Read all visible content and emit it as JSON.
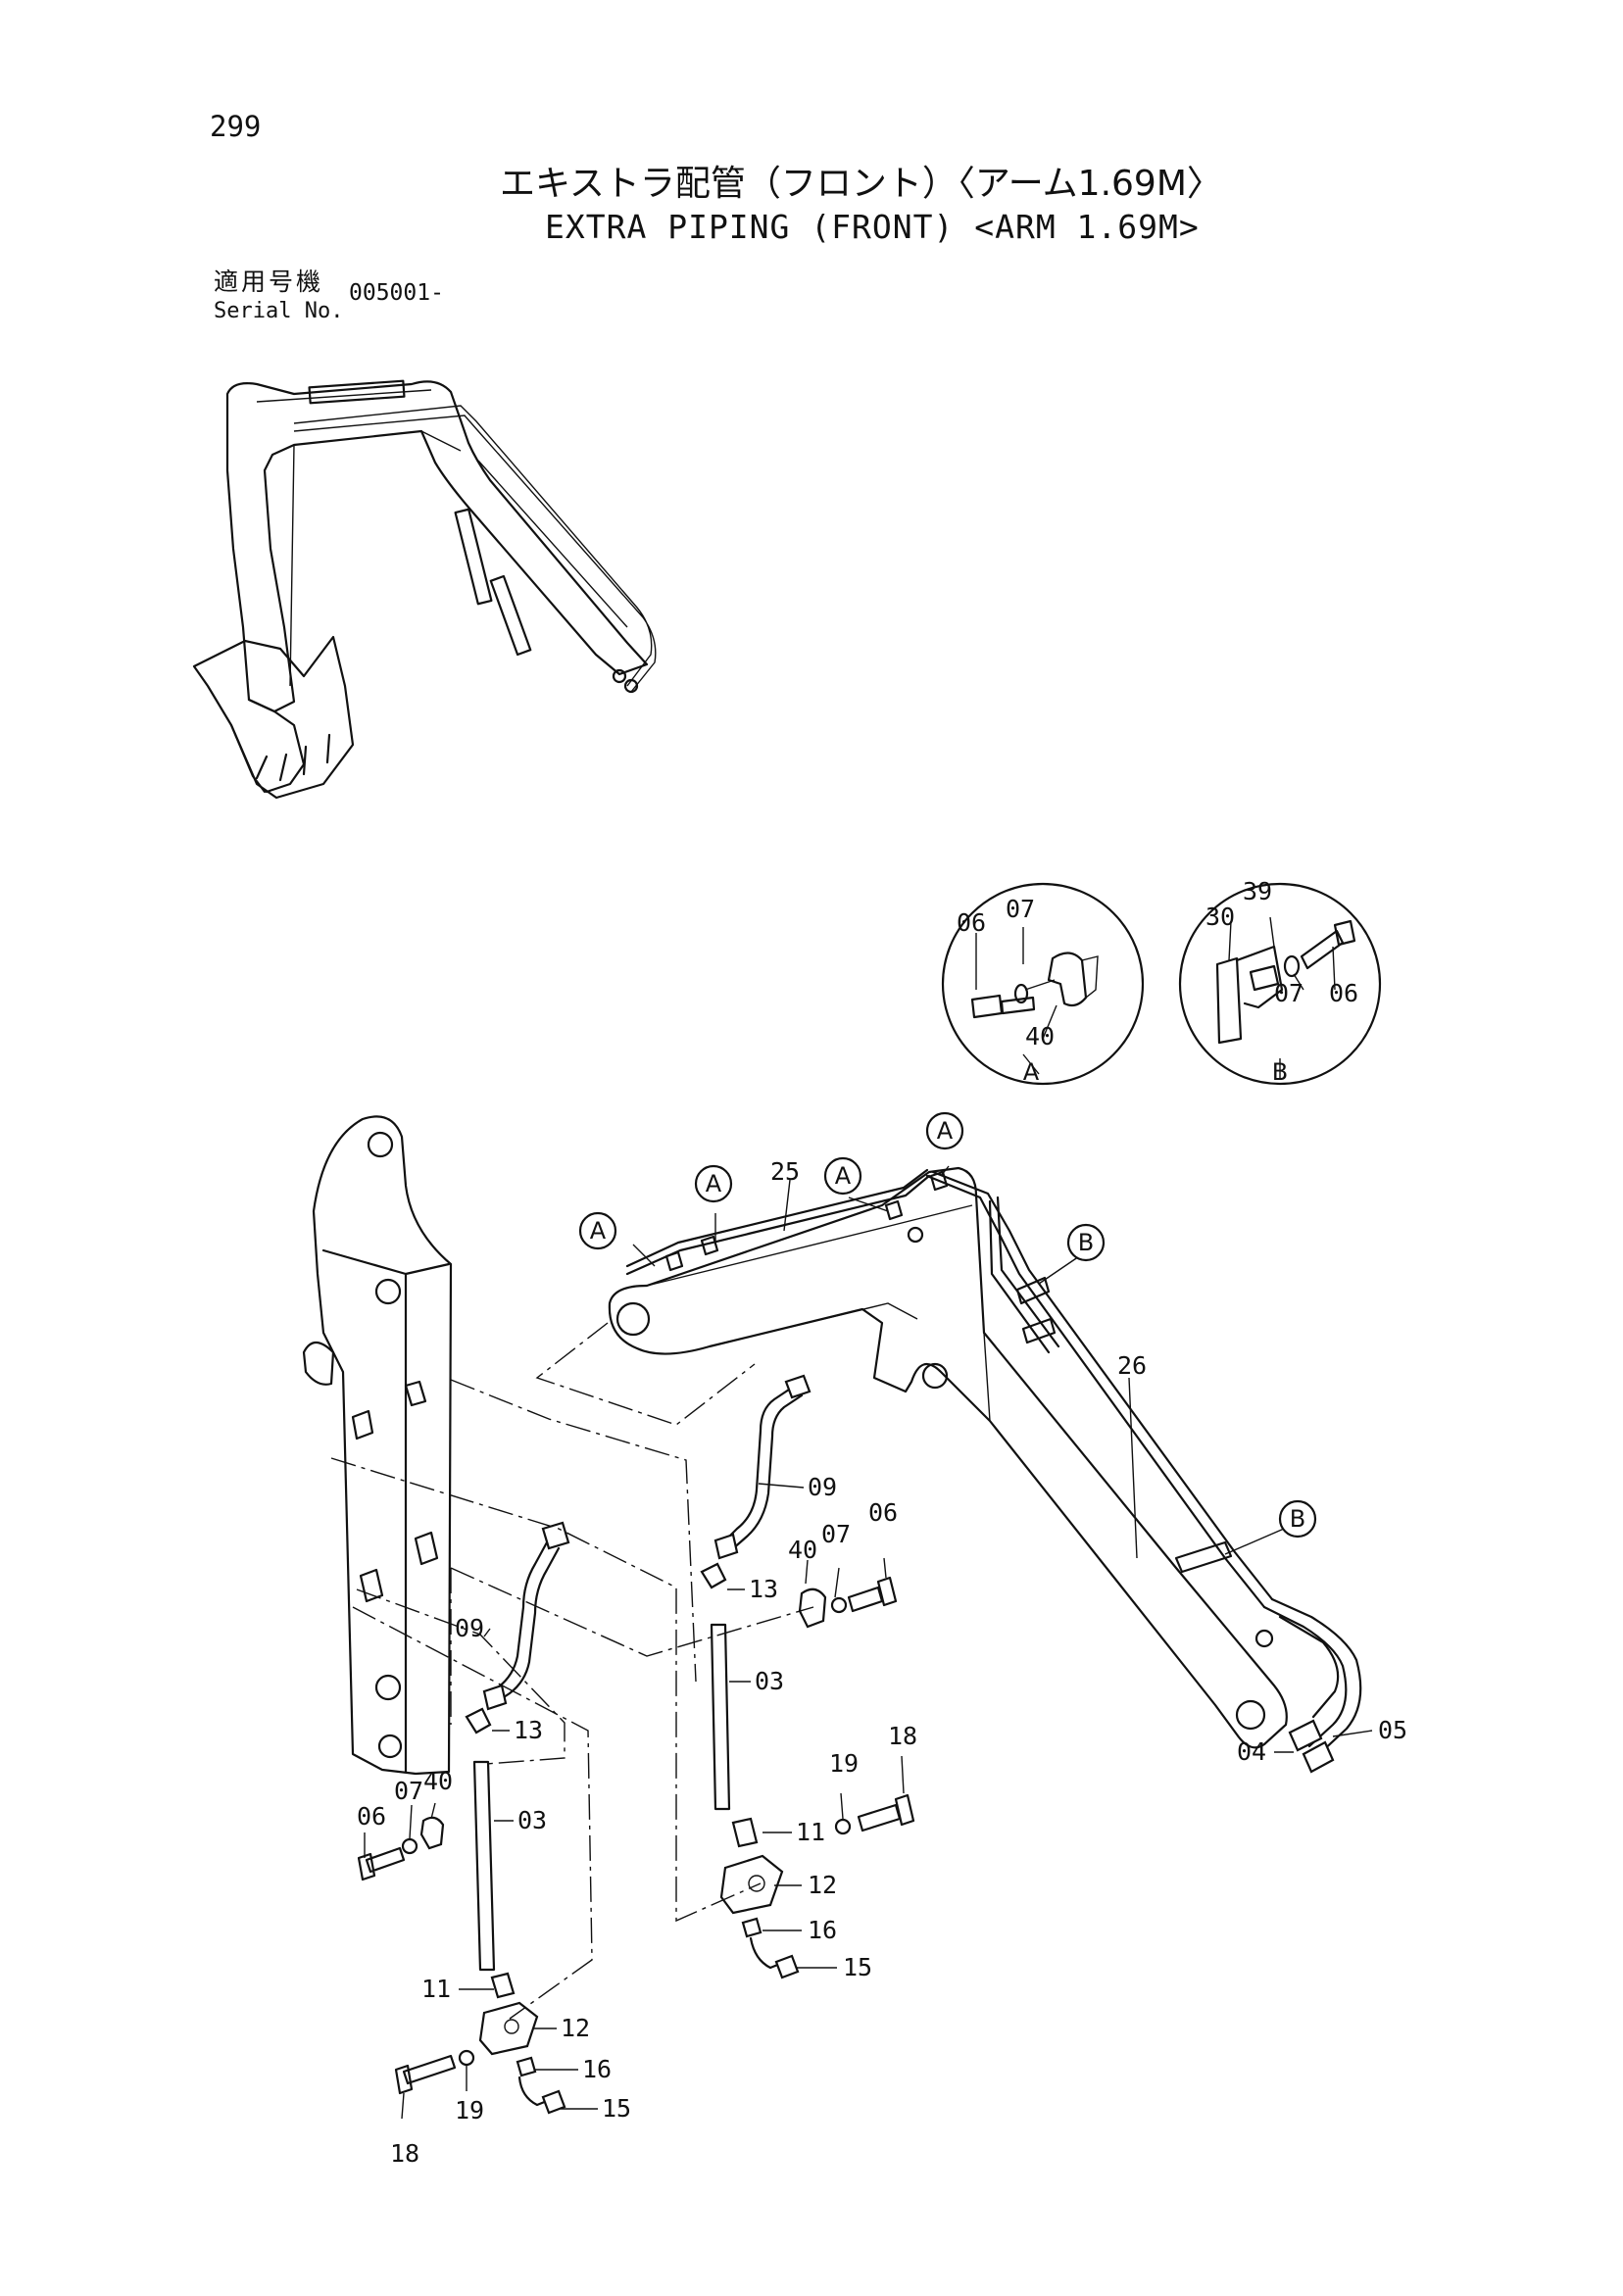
{
  "page": {
    "number": "299",
    "title_ja": "エキストラ配管（フロント）〈アーム1.69M〉",
    "title_en": "EXTRA PIPING (FRONT) <ARM 1.69M>"
  },
  "serial": {
    "label_ja": "適用号機",
    "label_en": "Serial No.",
    "value": "005001-"
  },
  "detail_views": [
    {
      "letter": "A",
      "parts": [
        "06",
        "07",
        "40"
      ]
    },
    {
      "letter": "B",
      "parts": [
        "30",
        "39",
        "06",
        "07"
      ]
    }
  ],
  "callouts": [
    "A",
    "A",
    "A",
    "A",
    "B",
    "B"
  ],
  "part_labels": {
    "p25": "25",
    "p26": "26",
    "p09a": "09",
    "p09b": "09",
    "p40a": "40",
    "p07a": "07",
    "p06a": "06",
    "p13a": "13",
    "p03a": "03",
    "p18a": "18",
    "p19a": "19",
    "p11a": "11",
    "p12a": "12",
    "p16a": "16",
    "p15a": "15",
    "p04": "04",
    "p05": "05",
    "p13b": "13",
    "p07b": "07",
    "p40b": "40",
    "p06b": "06",
    "p03b": "03",
    "p11b": "11",
    "p12b": "12",
    "p16b": "16",
    "p15b": "15",
    "p19b": "19",
    "p18b": "18"
  }
}
